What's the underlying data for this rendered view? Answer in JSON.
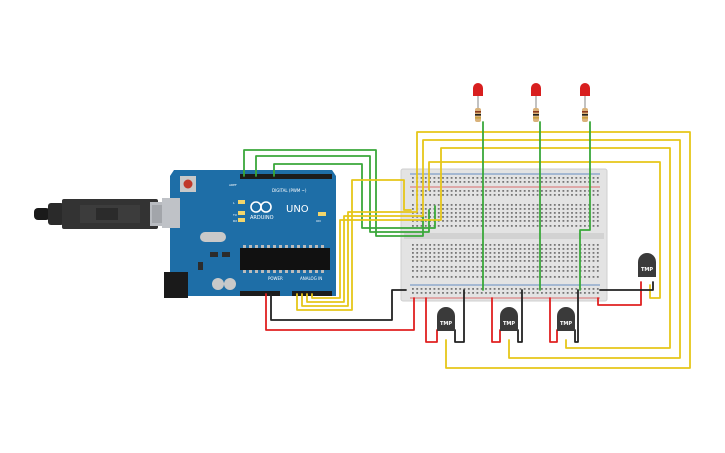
{
  "board": {
    "brand": "ARDUINO",
    "model": "UNO",
    "digital_label": "DIGITAL (PWM ~)",
    "power_label": "POWER",
    "analog_label": "ANALOG IN",
    "aref_label": "AREF",
    "gnd_label": "GND",
    "tx_label": "TX",
    "rx_label": "RX",
    "l_label": "L",
    "on_label": "ON"
  },
  "sensors": {
    "label": "TMP",
    "count": 4
  },
  "leds": {
    "count": 3
  },
  "colors": {
    "board": "#1e6ea7",
    "breadboard": "#e3e3e3",
    "wire_green": "#3aa83a",
    "wire_yellow": "#e6c619",
    "wire_red": "#e02020",
    "wire_black": "#222222",
    "led_red": "#d81f1f",
    "sensor_body": "#3a3a3a"
  }
}
